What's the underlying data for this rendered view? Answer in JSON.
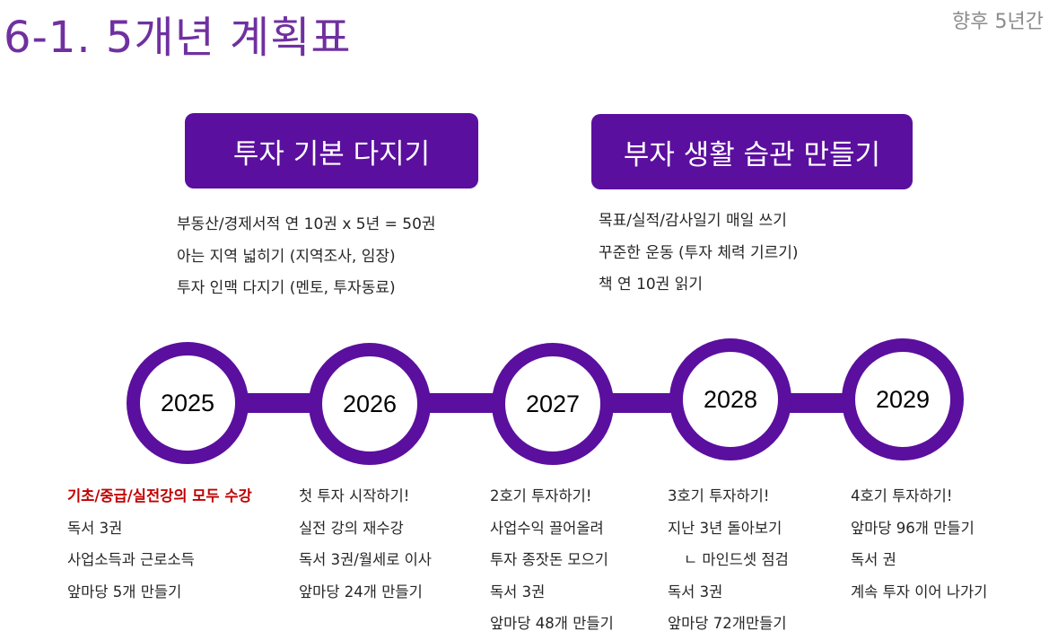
{
  "page": {
    "title": "6-1. 5개년 계획표",
    "subtitle": "향후 5년간"
  },
  "goals": [
    {
      "heading": "투자 기본 다지기",
      "items": [
        "부동산/경제서적 연 10권 x 5년 = 50권",
        "아는 지역 넓히기 (지역조사, 임장)",
        "투자 인맥 다지기 (멘토, 투자동료)"
      ]
    },
    {
      "heading": "부자 생활 습관 만들기",
      "items": [
        "목표/실적/감사일기 매일 쓰기",
        "꾸준한 운동 (투자 체력 기르기)",
        "책 연 10권 읽기"
      ]
    }
  ],
  "colors": {
    "title": "#7030a0",
    "accent_purple": "#5b0f9e",
    "highlight_red": "#c00000",
    "subtitle_gray": "#8c8c8c"
  },
  "timeline": [
    {
      "year": "2025",
      "items": [
        "기초/중급/실전강의 모두 수강",
        "독서 3권",
        "사업소득과 근로소득",
        "앞마당 5개 만들기"
      ]
    },
    {
      "year": "2026",
      "items": [
        "첫 투자 시작하기!",
        "실전 강의 재수강",
        "독서 3권/월세로 이사",
        "앞마당 24개 만들기"
      ]
    },
    {
      "year": "2027",
      "items": [
        "2호기 투자하기!",
        "사업수익 끌어올려",
        "투자 종잣돈 모으기",
        "독서 3권",
        "앞마당 48개 만들기"
      ]
    },
    {
      "year": "2028",
      "items": [
        "3호기 투자하기!",
        "지난 3년 돌아보기",
        "ㄴ 마인드셋 점검",
        "독서 3권",
        "앞마당 72개만들기"
      ]
    },
    {
      "year": "2029",
      "items": [
        "4호기 투자하기!",
        "앞마당 96개 만들기",
        "독서 권",
        "계속 투자 이어 나가기"
      ]
    }
  ]
}
